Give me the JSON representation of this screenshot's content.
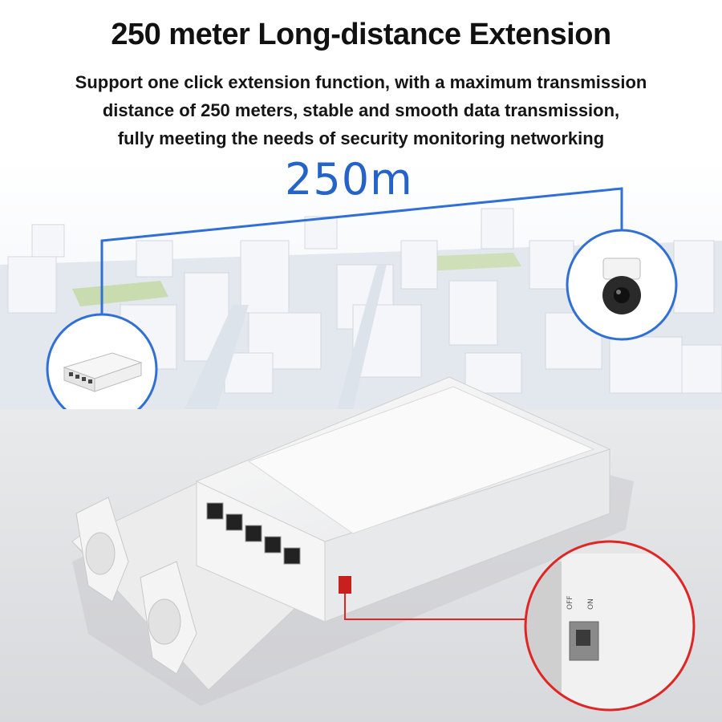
{
  "headline": "250 meter Long-distance Extension",
  "description_lines": [
    "Support one click extension function, with a maximum transmission",
    "distance of 250 meters, stable and smooth data transmission,",
    "fully meeting the needs of security monitoring networking"
  ],
  "distance_label": "250m",
  "switch_labels": {
    "off": "OFF",
    "on": "ON"
  },
  "colors": {
    "link_line": "#2f6fd6",
    "callout": "#e02525",
    "device": "#f2f3f4"
  },
  "icons": [
    "network-switch-icon",
    "dome-camera-icon",
    "dip-switch-icon"
  ]
}
